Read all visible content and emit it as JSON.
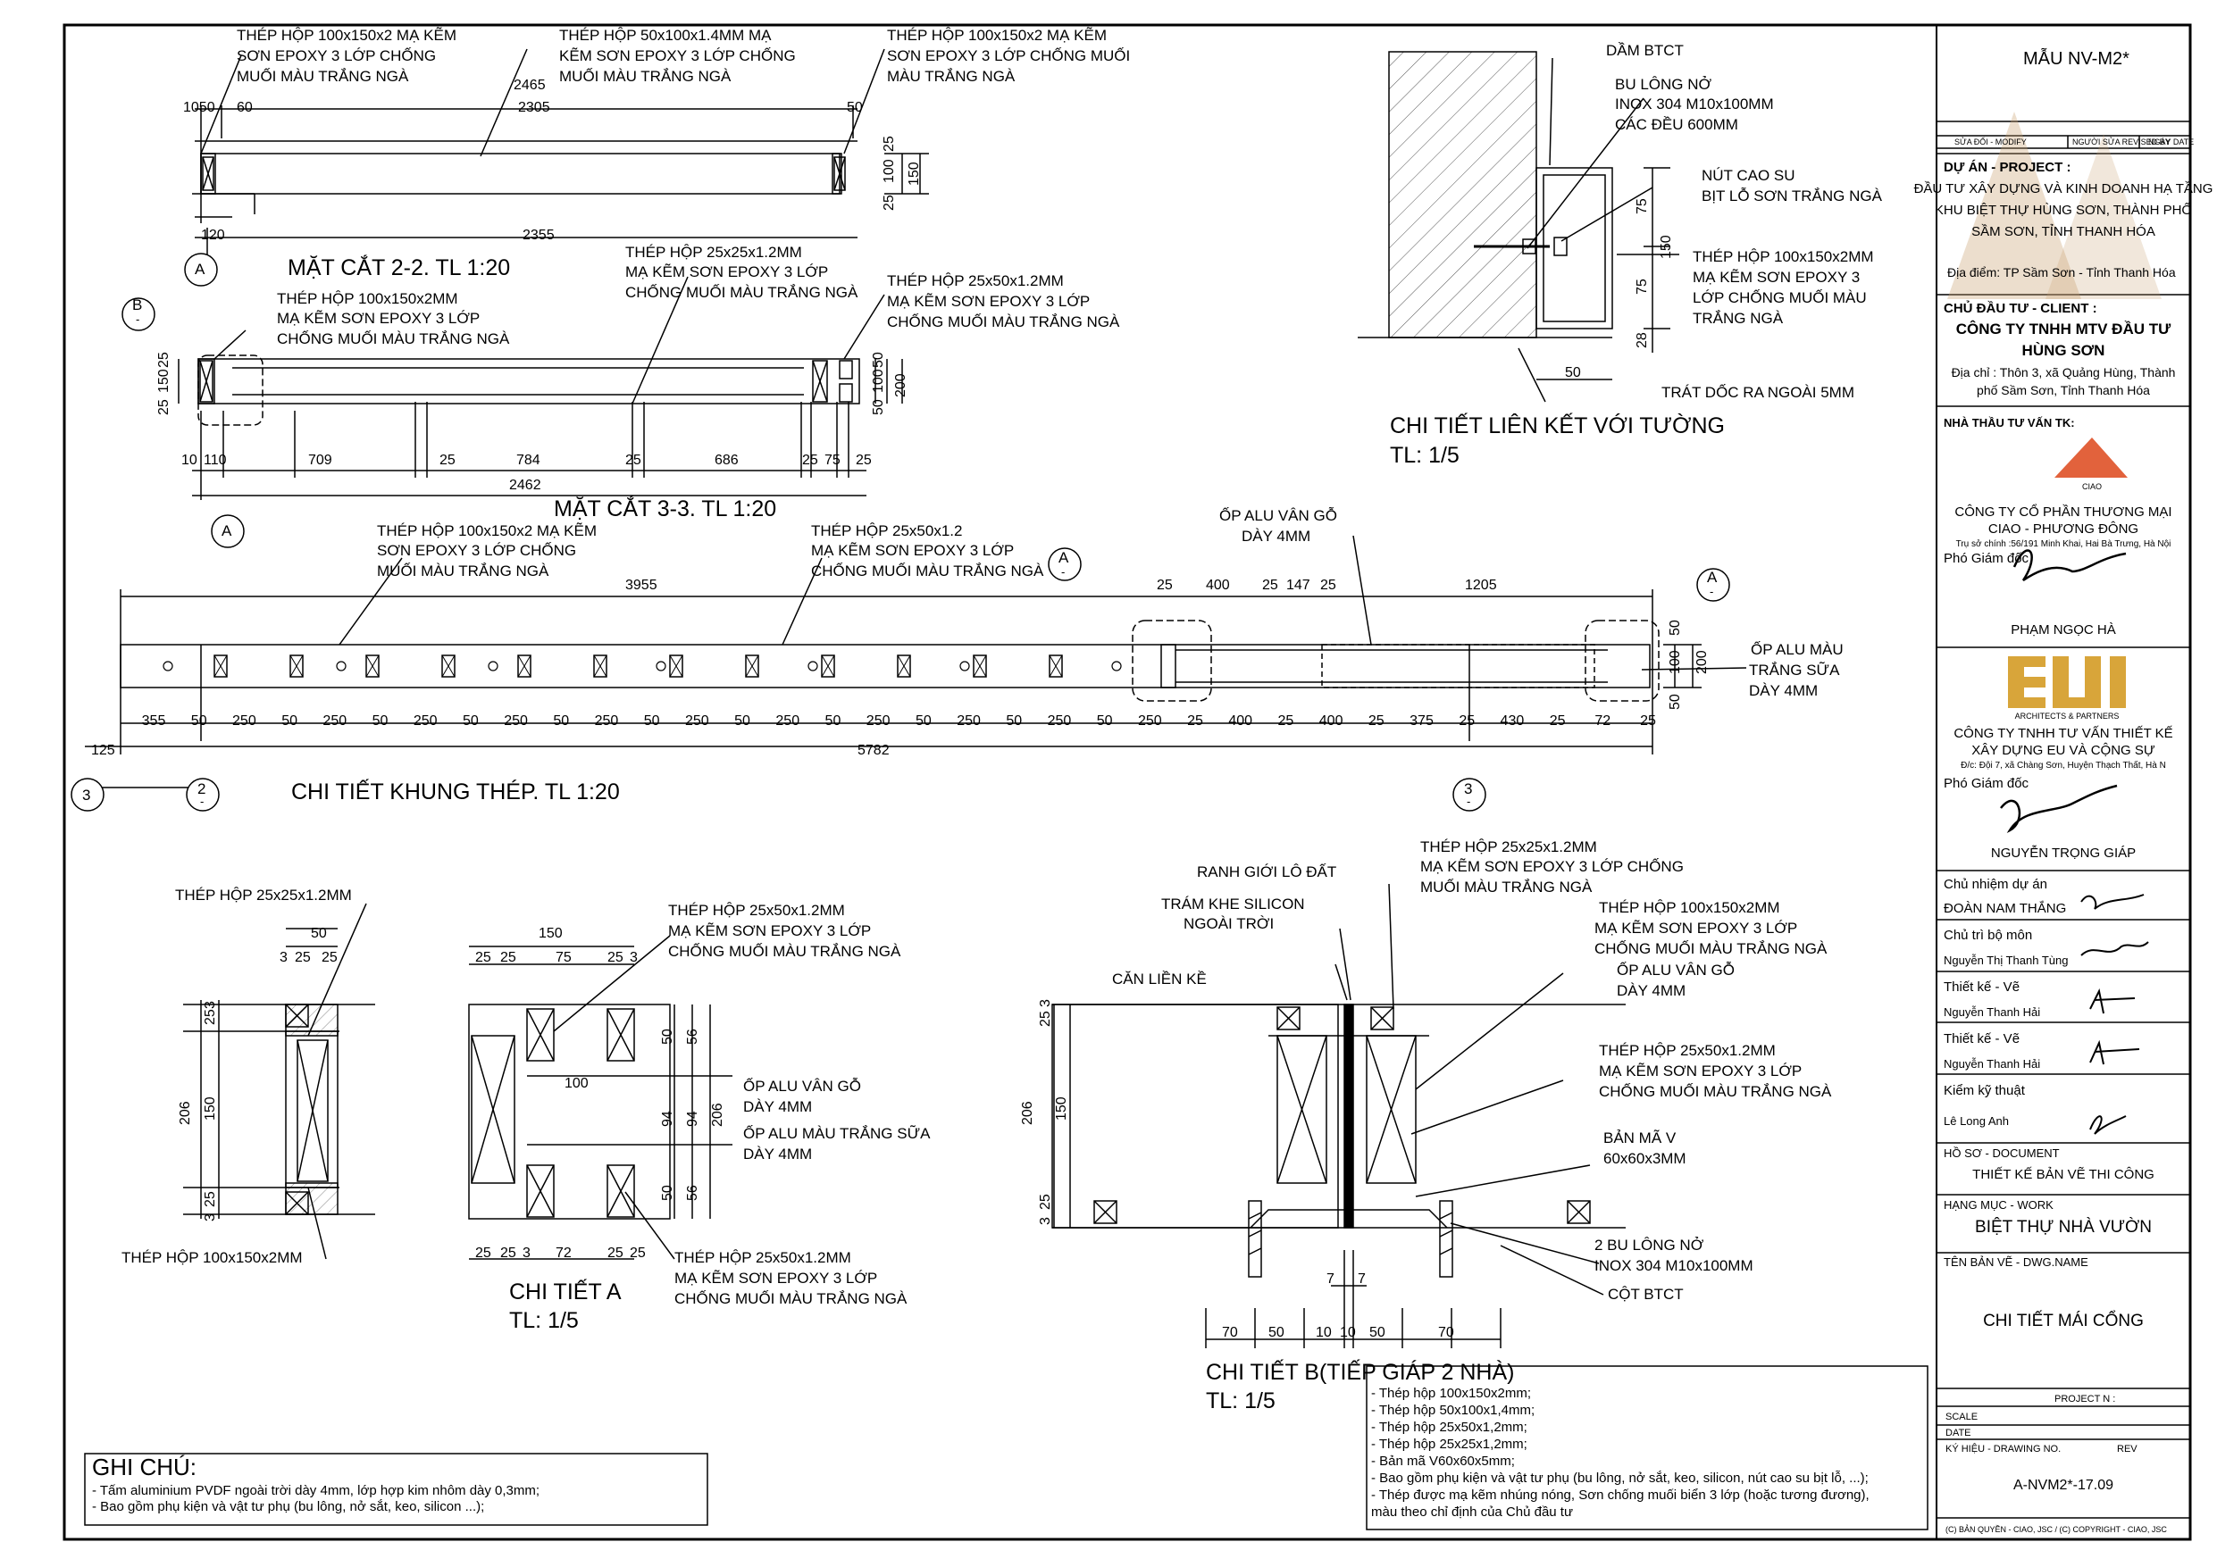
{
  "sections": {
    "s22": {
      "title": "MẶT CẮT 2-2. TL 1:20",
      "label_left": [
        "THÉP HỘP 100x150x2 MẠ KẼM",
        "SƠN EPOXY 3 LỚP CHỐNG",
        "MUỐI MÀU TRẮNG NGÀ"
      ],
      "label_mid": [
        "THÉP HỘP 50x100x1.4MM MẠ",
        "KẼM SƠN EPOXY 3 LỚP CHỐNG",
        "MUỐI MÀU TRẮNG NGÀ"
      ],
      "label_right": [
        "THÉP HỘP 100x150x2 MẠ KẼM",
        "SƠN EPOXY 3 LỚP CHỐNG MUỐI",
        "MÀU TRẮNG NGÀ"
      ],
      "dims": [
        "1050",
        "60",
        "2465",
        "2305",
        "50",
        "120",
        "2355",
        "25",
        "100",
        "25",
        "150"
      ]
    },
    "s33": {
      "title": "MẶT CẮT 3-3. TL 1:20",
      "label_a": [
        "THÉP HỘP 100x150x2MM",
        "MẠ KẼM SƠN EPOXY 3 LỚP",
        "CHỐNG MUỐI MÀU TRẮNG NGÀ"
      ],
      "label_b": [
        "THÉP HỘP 25x25x1.2MM",
        "MẠ KẼM SƠN EPOXY 3 LỚP",
        "CHỐNG MUỐI MÀU TRẮNG NGÀ"
      ],
      "label_c": [
        "THÉP HỘP 25x50x1.2MM",
        "MẠ KẼM SƠN EPOXY 3 LỚP",
        "CHỐNG MUỐI MÀU TRẮNG NGÀ"
      ],
      "dims": [
        "10",
        "110",
        "709",
        "25",
        "784",
        "25",
        "686",
        "25",
        "75",
        "25",
        "2462",
        "25",
        "150",
        "25",
        "50",
        "100",
        "50",
        "200"
      ]
    },
    "frame": {
      "title": "CHI TIẾT KHUNG THÉP. TL 1:20",
      "label_a": [
        "THÉP HỘP 100x150x2 MẠ KẼM",
        "SƠN EPOXY 3 LỚP CHỐNG",
        "MUỐI MÀU TRẮNG NGÀ"
      ],
      "label_b": [
        "THÉP HỘP 25x50x1.2",
        "MẠ KẼM SƠN EPOXY 3 LỚP",
        "CHỐNG MUỐI MÀU TRẮNG NGÀ"
      ],
      "label_c": [
        "ỐP ALU VÂN GỖ",
        "DÀY 4MM"
      ],
      "label_d": [
        "ỐP ALU MÀU",
        "TRẮNG SỮA",
        "DÀY 4MM"
      ],
      "top_dims": [
        "3955",
        "25",
        "400",
        "25",
        "147",
        "25",
        "1205"
      ],
      "bottom_dims": [
        "355",
        "50",
        "250",
        "50",
        "250",
        "50",
        "250",
        "50",
        "250",
        "50",
        "250",
        "50",
        "250",
        "50",
        "250",
        "50",
        "250",
        "50",
        "250",
        "50",
        "250",
        "50",
        "250",
        "25",
        "400",
        "25",
        "400",
        "25",
        "375",
        "25",
        "430",
        "25",
        "72",
        "25"
      ],
      "total": "5782",
      "offset": "125",
      "right_dims": [
        "50",
        "100",
        "50",
        "200"
      ]
    },
    "wall": {
      "title": "CHI TIẾT LIÊN KẾT VỚI TƯỜNG",
      "scale": "TL: 1/5",
      "l1": "DẦM BTCT",
      "l2": [
        "BU LÔNG NỞ",
        "INOX 304 M10x100MM",
        "CÁC ĐỀU 600MM"
      ],
      "l3": [
        "NÚT CAO SU",
        "BỊT LỖ SƠN TRẮNG NGÀ"
      ],
      "l4": [
        "THÉP HỘP 100x150x2MM",
        "MẠ KẼM SƠN EPOXY 3",
        "LỚP CHỐNG MUỐI MÀU",
        "TRẮNG NGÀ"
      ],
      "l5": "TRÁT DỐC RA NGOÀI 5MM",
      "dims": [
        "75",
        "75",
        "150",
        "28",
        "50"
      ]
    },
    "detA": {
      "title": "CHI TIẾT A",
      "scale": "TL: 1/5",
      "l1": "THÉP HỘP 25x25x1.2MM",
      "l2": "THÉP HỘP 100x150x2MM",
      "l3": [
        "THÉP HỘP 25x50x1.2MM",
        "MẠ KẼM SƠN EPOXY 3 LỚP",
        "CHỐNG MUỐI MÀU TRẮNG NGÀ"
      ],
      "l4": [
        "ỐP ALU VÂN GỖ",
        "DÀY 4MM"
      ],
      "l5": [
        "ỐP ALU MÀU TRẮNG SỮA",
        "DÀY 4MM"
      ],
      "l6": [
        "THÉP HỘP 25x50x1.2MM",
        "MẠ KẼM SƠN EPOXY 3 LỚP",
        "CHỐNG MUỐI MÀU TRẮNG NGÀ"
      ],
      "dims_top_left": [
        "50",
        "3",
        "25",
        "25"
      ],
      "dims_top_right": [
        "150",
        "25",
        "25",
        "75",
        "25",
        "3"
      ],
      "dims_left": [
        "206",
        "150",
        "25",
        "3",
        "25",
        "3"
      ],
      "dims_inner": [
        "100",
        "50",
        "56",
        "94",
        "94",
        "206",
        "50",
        "56"
      ],
      "dims_bottom": [
        "25",
        "25",
        "3",
        "72",
        "25",
        "25"
      ]
    },
    "detB": {
      "title": "CHI TIẾT B(TIẾP GIÁP 2 NHÀ)",
      "scale": "TL: 1/5",
      "l1": "RANH GIỚI LÔ ĐẤT",
      "l2": [
        "TRÁM KHE SILICON",
        "NGOÀI TRỜI"
      ],
      "l3": "CĂN LIỀN KỀ",
      "l4": [
        "THÉP HỘP 25x25x1.2MM",
        "MẠ KẼM SƠN EPOXY 3 LỚP CHỐNG",
        "MUỐI MÀU TRẮNG NGÀ"
      ],
      "l5": [
        "THÉP HỘP 100x150x2MM",
        "MẠ KẼM SƠN EPOXY 3 LỚP",
        "CHỐNG MUỐI MÀU TRẮNG NGÀ"
      ],
      "l6": [
        "ỐP ALU VÂN GỖ",
        "DÀY 4MM"
      ],
      "l7": [
        "THÉP HỘP 25x50x1.2MM",
        "MẠ KẼM SƠN EPOXY 3 LỚP",
        "CHỐNG MUỐI MÀU TRẮNG NGÀ"
      ],
      "l8": [
        "BẢN MÃ V",
        "60x60x3MM"
      ],
      "l9": [
        "2 BU LÔNG NỞ",
        "INOX 304 M10x100MM"
      ],
      "l10": "CỘT BTCT",
      "dims_left": [
        "25",
        "3",
        "206",
        "150",
        "25",
        "3"
      ],
      "dims_bottom": [
        "70",
        "50",
        "10",
        "10",
        "50",
        "70"
      ],
      "gap": [
        "7",
        "7"
      ]
    }
  },
  "markers": [
    "A",
    "B",
    "A",
    "A",
    "A",
    "2",
    "3",
    "3"
  ],
  "marker_dash": "-",
  "notes": {
    "title": "GHI CHÚ:",
    "lines": [
      "- Tấm aluminium PVDF ngoài trời dày 4mm,  lớp hợp kim nhôm dày 0,3mm;",
      "- Bao gồm phụ kiện và vật tư phụ (bu lông, nở sắt, keo, silicon ...);"
    ]
  },
  "notes2": [
    "- Thép hộp 100x150x2mm;",
    "- Thép hộp 50x100x1,4mm;",
    "- Thép hộp 25x50x1,2mm;",
    "- Thép hộp 25x25x1,2mm;",
    "- Bản mã V60x60x5mm;",
    "- Bao gồm phụ kiện và vật tư phụ (bu lông, nở sắt, keo, silicon, nút cao su bịt lỗ, ...);",
    "- Thép được mạ kẽm nhúng nóng, Sơn chống muối biển 3 lớp (hoặc tương đương),",
    "màu theo chỉ định của Chủ đầu tư"
  ],
  "title_block": {
    "form": "MẪU NV-M2*",
    "rev_headers": [
      "SỬA ĐỔI - MODIFY",
      "NGƯỜI SỬA REVISED BY",
      "NGÀY DATE"
    ],
    "project_label": "DỰ ÁN - PROJECT :",
    "project_lines": [
      "ĐẦU TƯ XÂY DỰNG VÀ KINH DOANH HẠ TẦNG",
      "KHU BIỆT THỰ HÙNG SƠN, THÀNH PHỐ",
      "SẦM SƠN, TỈNH THANH HÓA"
    ],
    "location": "Địa điểm: TP Sầm Sơn - Tỉnh Thanh Hóa",
    "client_label": "CHỦ ĐẦU TƯ - CLIENT :",
    "client_lines": [
      "CÔNG TY TNHH MTV ĐẦU TƯ",
      "HÙNG SƠN"
    ],
    "client_addr": [
      "Địa chỉ : Thôn 3, xã Quảng Hùng, Thành",
      "phố Sầm Sơn, Tỉnh Thanh Hóa"
    ],
    "contractor_label": "NHÀ THẦU TƯ VẤN TK:",
    "logo1_text": "CIAO",
    "contractor_lines": [
      "CÔNG TY CỔ PHẦN THƯƠNG MẠI",
      "CIAO - PHƯƠNG ĐÔNG"
    ],
    "contractor_addr": "Trụ sở chính :56/191 Minh Khai, Hai Bà Trưng, Hà Nội",
    "vice1_title": "Phó Giám đốc",
    "vice1_name": "PHẠM NGỌC HÀ",
    "logo2_text": "ARCHITECTS & PARTNERS",
    "design_lines": [
      "CÔNG TY TNHH TƯ VẤN THIẾT KẾ",
      "XÂY DỰNG EU VÀ CỘNG SỰ"
    ],
    "design_addr": "Đ/c: Đội 7, xã Chàng Sơn, Huyện Thạch Thất, Hà N",
    "vice2_title": "Phó Giám đốc",
    "vice2_name": "NGUYỄN TRỌNG GIÁP",
    "roles": [
      {
        "role": "Chủ nhiệm dự án",
        "name": "ĐOÀN NAM THẮNG"
      },
      {
        "role": "Chủ trì bộ môn",
        "name": "Nguyễn Thị Thanh Tùng"
      },
      {
        "role": "Thiết kế - Vẽ",
        "name": "Nguyễn Thanh Hải"
      },
      {
        "role": "Thiết kế - Vẽ",
        "name": "Nguyễn Thanh Hải"
      },
      {
        "role": "Kiểm kỹ thuật",
        "name": "Lê Long Anh"
      }
    ],
    "doc_label": "HỒ SƠ - DOCUMENT",
    "doc_value": "THIẾT KẾ BẢN VẼ THI CÔNG",
    "work_label": "HẠNG MỤC - WORK",
    "work_value": "BIỆT THỰ NHÀ VƯỜN",
    "dwg_label": "TÊN BẢN VẼ - DWG.NAME",
    "dwg_value": "CHI TIẾT MÁI CỔNG",
    "project_no": "PROJECT N :",
    "scale": "SCALE",
    "date": "DATE",
    "drawing_no": "KÝ HIỆU - DRAWING NO.",
    "rev": "REV",
    "code": "A-NVM2*-17.09",
    "copyright": "(C) BẢN QUYỀN - CIAO, JSC   /   (C) COPYRIGHT - CIAO, JSC"
  },
  "colors": {
    "line": "#000000",
    "logo_red": "#e2623c",
    "logo_gold": "#d8a53a",
    "watermark": "#c8a070"
  }
}
